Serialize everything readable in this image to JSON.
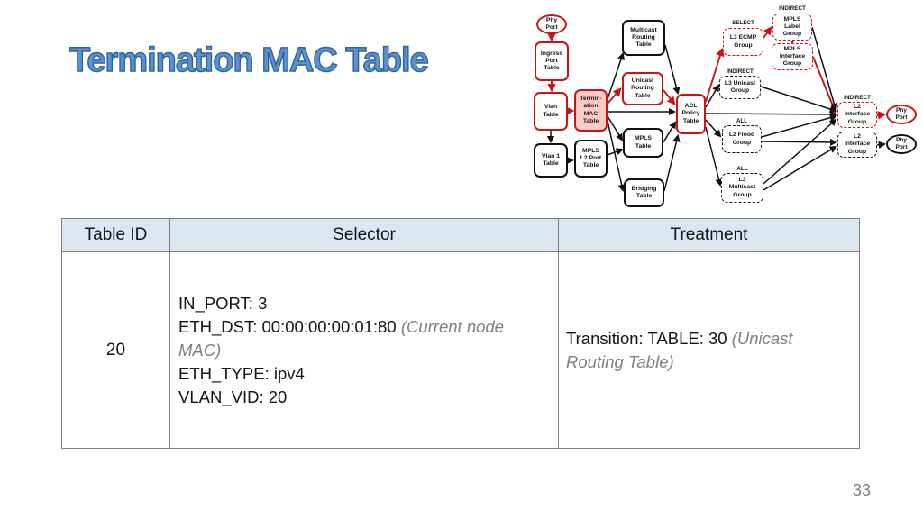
{
  "title": "Termination MAC Table",
  "footer": {
    "page_number": "33"
  },
  "colors": {
    "accent_red": "#c81414",
    "header_fill": "#dce6f2",
    "title_blue": "#2d62a2",
    "note_gray": "#7f7f7f"
  },
  "diagram": {
    "nodes": [
      {
        "label": "Phy\nPort"
      },
      {
        "label": "Ingress\nPort\nTable"
      },
      {
        "label": "Vlan\nTable"
      },
      {
        "label": "Vlan 1\nTable"
      },
      {
        "label": "Termin-\nation\nMAC\nTable"
      },
      {
        "label": "MPLS\nL2 Port\nTable"
      },
      {
        "label": "Multicast\nRouting\nTable"
      },
      {
        "label": "Unicast\nRouting\nTable"
      },
      {
        "label": "MPLS\nTable"
      },
      {
        "label": "Bridging\nTable"
      },
      {
        "label": "ACL\nPolicy\nTable"
      },
      {
        "label": "L3 ECMP\nGroup"
      },
      {
        "label": "MPLS\nLabel\nGroup"
      },
      {
        "label": "MPLS\nInterface\nGroup"
      },
      {
        "label": "L3 Unicast\nGroup"
      },
      {
        "label": "L2 Flood\nGroup"
      },
      {
        "label": "L3\nMulticast\nGroup"
      },
      {
        "label": "L2\nInterface\nGroup"
      },
      {
        "label": "L2\nInterface\nGroup"
      },
      {
        "label": "Phy\nPort"
      },
      {
        "label": "Phy\nPort"
      }
    ],
    "tags": {
      "select": "SELECT",
      "indirect_mpls_label": "INDIRECT",
      "indirect_l3_unicast": "INDIRECT",
      "all_l2_flood": "ALL",
      "all_l3_multicast": "ALL",
      "indirect_l2_interface": "INDIRECT"
    }
  },
  "table": {
    "columns": [
      "Table ID",
      "Selector",
      "Treatment"
    ],
    "row": {
      "table_id": "20",
      "selector": {
        "line1": "IN_PORT: 3",
        "line2_main": "ETH_DST: 00:00:00:00:01:80",
        "line2_note": "(Current node MAC)",
        "line3": "ETH_TYPE: ipv4",
        "line4": "VLAN_VID: 20"
      },
      "treatment": {
        "main": "Transition: TABLE: 30",
        "note": "(Unicast Routing Table)"
      }
    }
  }
}
